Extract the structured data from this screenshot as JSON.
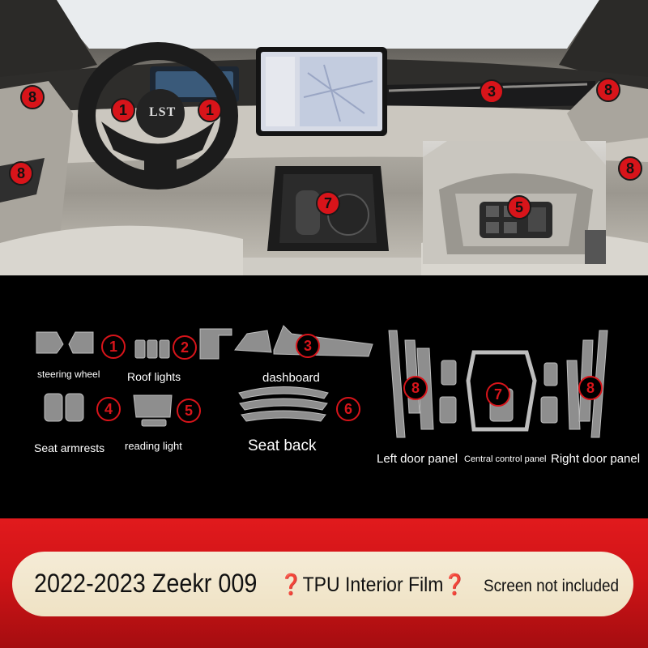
{
  "photo": {
    "steering_logo": "LST",
    "callouts": {
      "steering_left": "1",
      "steering_right": "1",
      "dashboard": "3",
      "reading_light": "5",
      "central_control": "7",
      "door_left_top": "8",
      "door_left_bottom": "8",
      "door_right_top": "8",
      "door_right_bottom": "8"
    }
  },
  "parts": {
    "steering_wheel": {
      "number": "1",
      "label": "steering wheel"
    },
    "roof_lights": {
      "number": "2",
      "label": "Roof lights"
    },
    "dashboard": {
      "number": "3",
      "label": "dashboard"
    },
    "seat_armrests": {
      "number": "4",
      "label": "Seat armrests"
    },
    "reading_light": {
      "number": "5",
      "label": "reading light"
    },
    "seat_back": {
      "number": "6",
      "label": "Seat back"
    },
    "central_control_panel": {
      "number": "7",
      "label": "Central control panel"
    },
    "left_door_panel": {
      "number": "8",
      "label": "Left door panel"
    },
    "right_door_panel": {
      "number": "8",
      "label": "Right door panel"
    }
  },
  "banner": {
    "title": "2022-2023 Zeekr 009",
    "product": "❓TPU Interior Film❓",
    "note": "Screen not included"
  },
  "colors": {
    "badge_red": "#d8141a",
    "banner_red": "#d01417",
    "pill_cream": "#f2e7cd"
  }
}
